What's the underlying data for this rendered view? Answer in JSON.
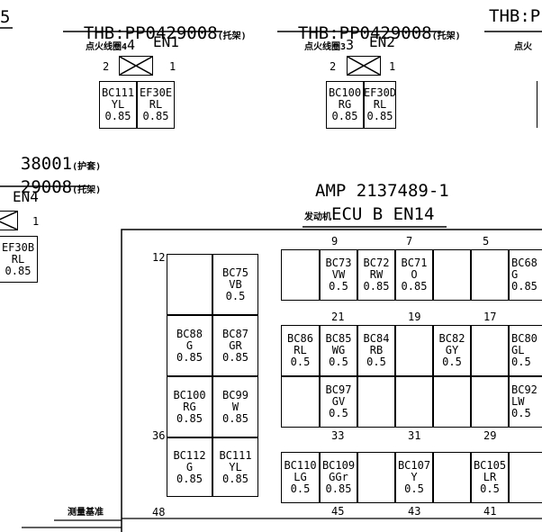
{
  "header_top": {
    "left_fragment": "5",
    "part1": "THB:PP0429008",
    "part1_suffix": "(托架)",
    "part2": "THB:PP0429008",
    "part2_suffix": "(托架)",
    "part3": "THB:PP"
  },
  "en1": {
    "name_cn": "点火线圈4",
    "code": "EN1",
    "pin_left": "2",
    "pin_right": "1",
    "cells": [
      {
        "l1": "BC111",
        "l2": "YL",
        "l3": "0.85"
      },
      {
        "l1": "EF30E",
        "l2": "RL",
        "l3": "0.85"
      }
    ]
  },
  "en2": {
    "name_cn": "点火线圈3",
    "code": "EN2",
    "pin_left": "2",
    "pin_right": "1",
    "cells": [
      {
        "l1": "BC100",
        "l2": "RG",
        "l3": "0.85"
      },
      {
        "l1": "EF30D",
        "l2": "RL",
        "l3": "0.85"
      }
    ]
  },
  "en3_fragment": {
    "name_cn": "点火"
  },
  "en4": {
    "line1": "38001",
    "line1_suffix": "(护套)",
    "line2": "29008",
    "line2_suffix": "(托架)",
    "code": "EN4",
    "pin_right": "1",
    "cell": {
      "l1": "EF30B",
      "l2": "RL",
      "l3": "0.85"
    }
  },
  "en14": {
    "amp": "AMP 2137489-1",
    "name_cn": "发动机",
    "code": "ECU B EN14",
    "row_numbers": [
      "12",
      "36",
      "48"
    ],
    "pin_labels_top": [
      "9",
      "7",
      "5"
    ],
    "pin_labels_mid": [
      "21",
      "19",
      "17"
    ],
    "pin_labels_low": [
      "33",
      "31",
      "29"
    ],
    "pin_labels_bottom": [
      "45",
      "43",
      "41"
    ],
    "left_block": [
      {
        "l1": "",
        "l2": "",
        "l3": ""
      },
      {
        "l1": "BC75",
        "l2": "VB",
        "l3": "0.5"
      },
      {
        "l1": "BC88",
        "l2": "G",
        "l3": "0.85"
      },
      {
        "l1": "BC87",
        "l2": "GR",
        "l3": "0.85"
      },
      {
        "l1": "BC100",
        "l2": "RG",
        "l3": "0.85"
      },
      {
        "l1": "BC99",
        "l2": "W",
        "l3": "0.85"
      },
      {
        "l1": "BC112",
        "l2": "G",
        "l3": "0.85"
      },
      {
        "l1": "BC111",
        "l2": "YL",
        "l3": "0.85"
      }
    ],
    "row1": [
      {
        "l1": "",
        "l2": "",
        "l3": ""
      },
      {
        "l1": "BC73",
        "l2": "VW",
        "l3": "0.5"
      },
      {
        "l1": "BC72",
        "l2": "RW",
        "l3": "0.85"
      },
      {
        "l1": "BC71",
        "l2": "O",
        "l3": "0.85"
      },
      {
        "l1": "",
        "l2": "",
        "l3": ""
      },
      {
        "l1": "",
        "l2": "",
        "l3": ""
      },
      {
        "l1": "BC68",
        "l2": "G",
        "l3": "0.85"
      }
    ],
    "row2": [
      {
        "l1": "BC86",
        "l2": "RL",
        "l3": "0.5"
      },
      {
        "l1": "BC85",
        "l2": "WG",
        "l3": "0.5"
      },
      {
        "l1": "BC84",
        "l2": "RB",
        "l3": "0.5"
      },
      {
        "l1": "",
        "l2": "",
        "l3": ""
      },
      {
        "l1": "BC82",
        "l2": "GY",
        "l3": "0.5"
      },
      {
        "l1": "",
        "l2": "",
        "l3": ""
      },
      {
        "l1": "BC80",
        "l2": "GL",
        "l3": "0.5"
      }
    ],
    "row3": [
      {
        "l1": "",
        "l2": "",
        "l3": ""
      },
      {
        "l1": "BC97",
        "l2": "GV",
        "l3": "0.5"
      },
      {
        "l1": "",
        "l2": "",
        "l3": ""
      },
      {
        "l1": "",
        "l2": "",
        "l3": ""
      },
      {
        "l1": "",
        "l2": "",
        "l3": ""
      },
      {
        "l1": "",
        "l2": "",
        "l3": ""
      },
      {
        "l1": "BC92",
        "l2": "LW",
        "l3": "0.5"
      }
    ],
    "row4": [
      {
        "l1": "BC110",
        "l2": "LG",
        "l3": "0.5"
      },
      {
        "l1": "BC109",
        "l2": "GGr",
        "l3": "0.85"
      },
      {
        "l1": "",
        "l2": "",
        "l3": ""
      },
      {
        "l1": "BC107",
        "l2": "Y",
        "l3": "0.5"
      },
      {
        "l1": "",
        "l2": "",
        "l3": ""
      },
      {
        "l1": "BC105",
        "l2": "LR",
        "l3": "0.5"
      },
      {
        "l1": "",
        "l2": "",
        "l3": ""
      }
    ]
  },
  "measure_label": "测量基准"
}
